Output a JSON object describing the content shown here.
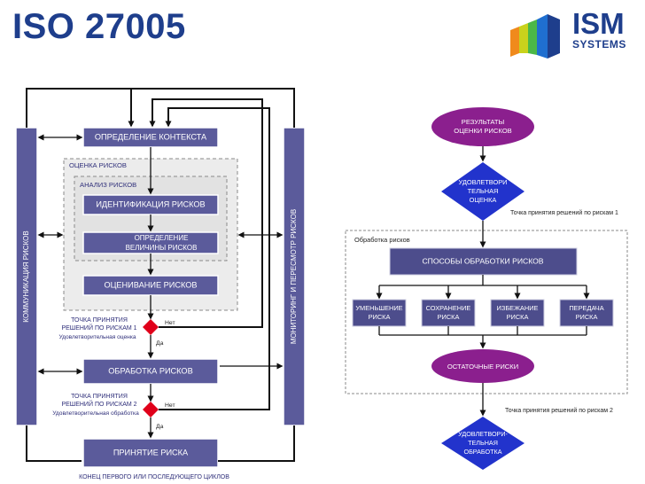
{
  "slide": {
    "title": "ISO 27005",
    "logo": {
      "line1": "ISM",
      "line2": "SYSTEMS"
    }
  },
  "left": {
    "side_left": "КОММУНИКАЦИЯ РИСКОВ",
    "side_right": "МОНИТОРИНГ И ПЕРЕСМОТР РИСКОВ",
    "context": "ОПРЕДЕЛЕНИЕ КОНТЕКСТА",
    "assessment_label": "ОЦЕНКА РИСКОВ",
    "analysis_label": "АНАЛИЗ РИСКОВ",
    "identification": "ИДЕНТИФИКАЦИЯ РИСКОВ",
    "estimation_1": "ОПРЕДЕЛЕНИЕ",
    "estimation_2": "ВЕЛИЧИНЫ РИСКОВ",
    "evaluation": "ОЦЕНИВАНИЕ РИСКОВ",
    "decision1_1": "ТОЧКА ПРИНЯТИЯ",
    "decision1_2": "РЕШЕНИЙ ПО РИСКАМ 1",
    "decision1_3": "Удовлетворительная оценка",
    "no": "Нет",
    "yes": "Да",
    "treatment": "ОБРАБОТКА РИСКОВ",
    "decision2_1": "ТОЧКА ПРИНЯТИЯ",
    "decision2_2": "РЕШЕНИЙ ПО РИСКАМ 2",
    "decision2_3": "Удовлетворительная обработка",
    "acceptance": "ПРИНЯТИЕ РИСКА",
    "footer": "КОНЕЦ ПЕРВОГО ИЛИ ПОСЛЕДУЮЩЕГО ЦИКЛОВ"
  },
  "right": {
    "results_1": "РЕЗУЛЬТАТЫ",
    "results_2": "ОЦЕНКИ РИСКОВ",
    "sat1_1": "УДОВЛЕТВОРИ",
    "sat1_2": "ТЕЛЬНАЯ",
    "sat1_3": "ОЦЕНКА",
    "point1": "Точка принятия решений по рискам 1",
    "treatment_box": "Обработка рисков",
    "methods": "СПОСОБЫ ОБРАБОТКИ РИСКОВ",
    "opt1_1": "УМЕНЬШЕНИЕ",
    "opt1_2": "РИСКА",
    "opt2_1": "СОХРАНЕНИЕ",
    "opt2_2": "РИСКА",
    "opt3_1": "ИЗБЕЖАНИЕ",
    "opt3_2": "РИСКА",
    "opt4_1": "ПЕРЕДАЧА",
    "opt4_2": "РИСКА",
    "residual": "ОСТАТОЧНЫЕ РИСКИ",
    "point2": "Точка принятия решений по рискам 2",
    "sat2_1": "УДОВЛЕТВОРИ-",
    "sat2_2": "ТЕЛЬНАЯ",
    "sat2_3": "ОБРАБОТКА"
  },
  "colors": {
    "title": "#1e3e8c",
    "box": "#5b5b9b",
    "ellipse": "#8b1f8e",
    "diamond": "#2233cc",
    "decision": "#e0001a"
  }
}
